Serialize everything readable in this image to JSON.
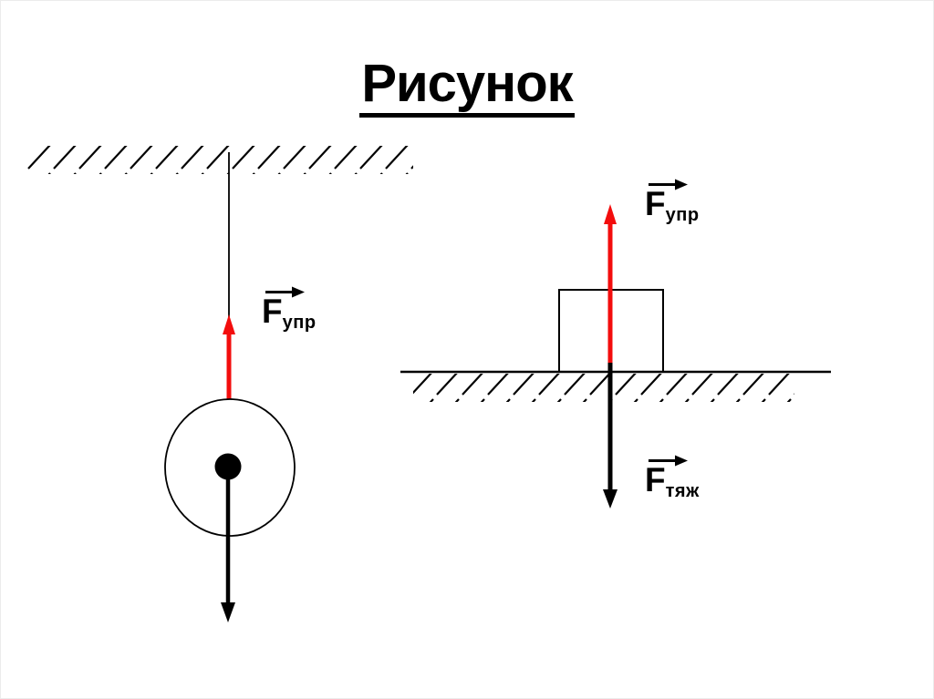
{
  "slide": {
    "title": "Рисунок"
  },
  "colors": {
    "elastic_force_red": "#f30d0d",
    "ink_black": "#000000",
    "background": "#ffffff",
    "border": "#ececec"
  },
  "force_labels": {
    "left_elastic": {
      "symbol": "F",
      "subscript": "упр"
    },
    "right_elastic": {
      "symbol": "F",
      "subscript": "упр"
    },
    "right_gravity": {
      "symbol": "F",
      "subscript": "тяж"
    }
  }
}
